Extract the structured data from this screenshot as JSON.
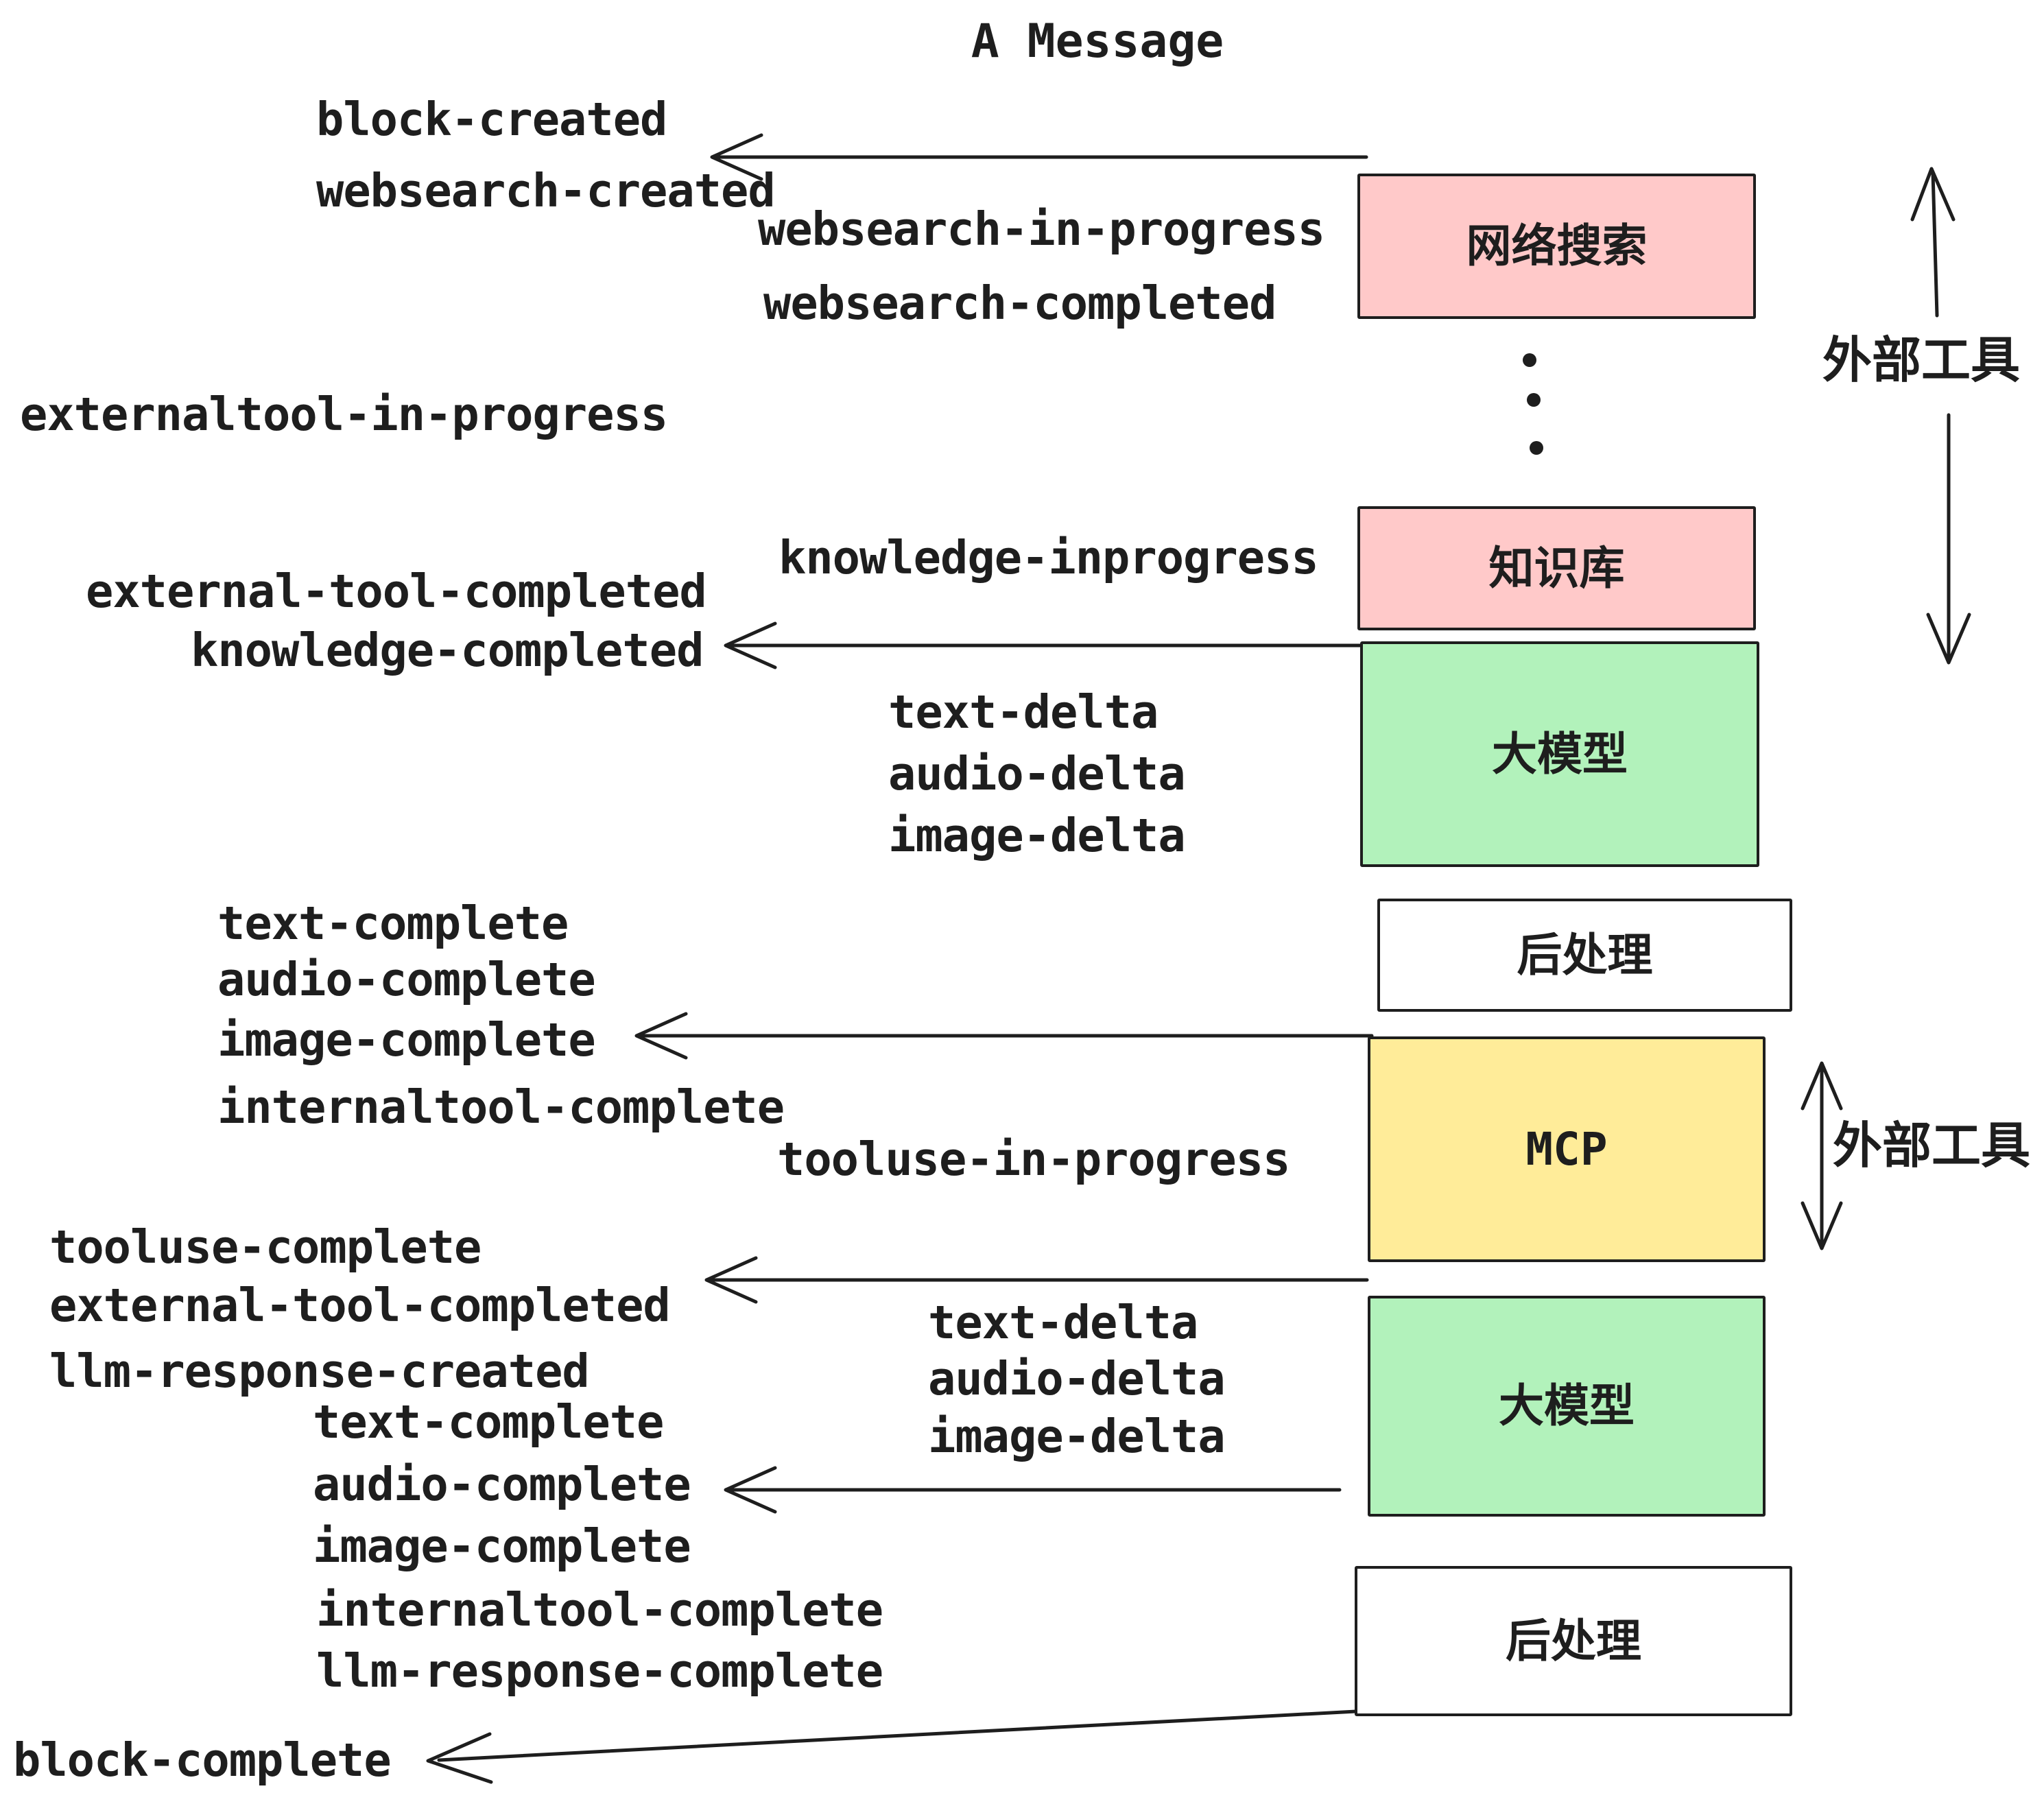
{
  "title": "A Message",
  "nodes": [
    {
      "label": "网络搜索",
      "color": "#ffc9c9"
    },
    {
      "label": "知识库",
      "color": "#ffc9c9"
    },
    {
      "label": "大模型",
      "color": "#b2f2bb"
    },
    {
      "label": "后处理",
      "color": "#ffffff"
    },
    {
      "label": "MCP",
      "color": "#ffec99"
    },
    {
      "label": "大模型",
      "color": "#b2f2bb"
    },
    {
      "label": "后处理",
      "color": "#ffffff"
    }
  ],
  "side_labels": [
    {
      "label": "外部工具"
    },
    {
      "label": "外部工具"
    }
  ],
  "events": [
    {
      "text": "block-created"
    },
    {
      "text": "websearch-created"
    },
    {
      "text": "websearch-in-progress"
    },
    {
      "text": "websearch-completed"
    },
    {
      "text": "externaltool-in-progress"
    },
    {
      "text": "knowledge-inprogress"
    },
    {
      "text": "external-tool-completed"
    },
    {
      "text": "knowledge-completed"
    },
    {
      "text": "text-delta"
    },
    {
      "text": "audio-delta"
    },
    {
      "text": "image-delta"
    },
    {
      "text": "text-complete"
    },
    {
      "text": "audio-complete"
    },
    {
      "text": "image-complete"
    },
    {
      "text": "internaltool-complete"
    },
    {
      "text": "tooluse-in-progress"
    },
    {
      "text": "tooluse-complete"
    },
    {
      "text": "external-tool-completed"
    },
    {
      "text": "llm-response-created"
    },
    {
      "text": "text-delta"
    },
    {
      "text": "audio-delta"
    },
    {
      "text": "image-delta"
    },
    {
      "text": "text-complete"
    },
    {
      "text": "audio-complete"
    },
    {
      "text": "image-complete"
    },
    {
      "text": "internaltool-complete"
    },
    {
      "text": "llm-response-complete"
    },
    {
      "text": "block-complete"
    }
  ],
  "colors": {
    "node_pink": "#ffc9c9",
    "node_green": "#b2f2bb",
    "node_yellow": "#ffec99",
    "node_white": "#ffffff",
    "ink": "#1e1e1e"
  }
}
